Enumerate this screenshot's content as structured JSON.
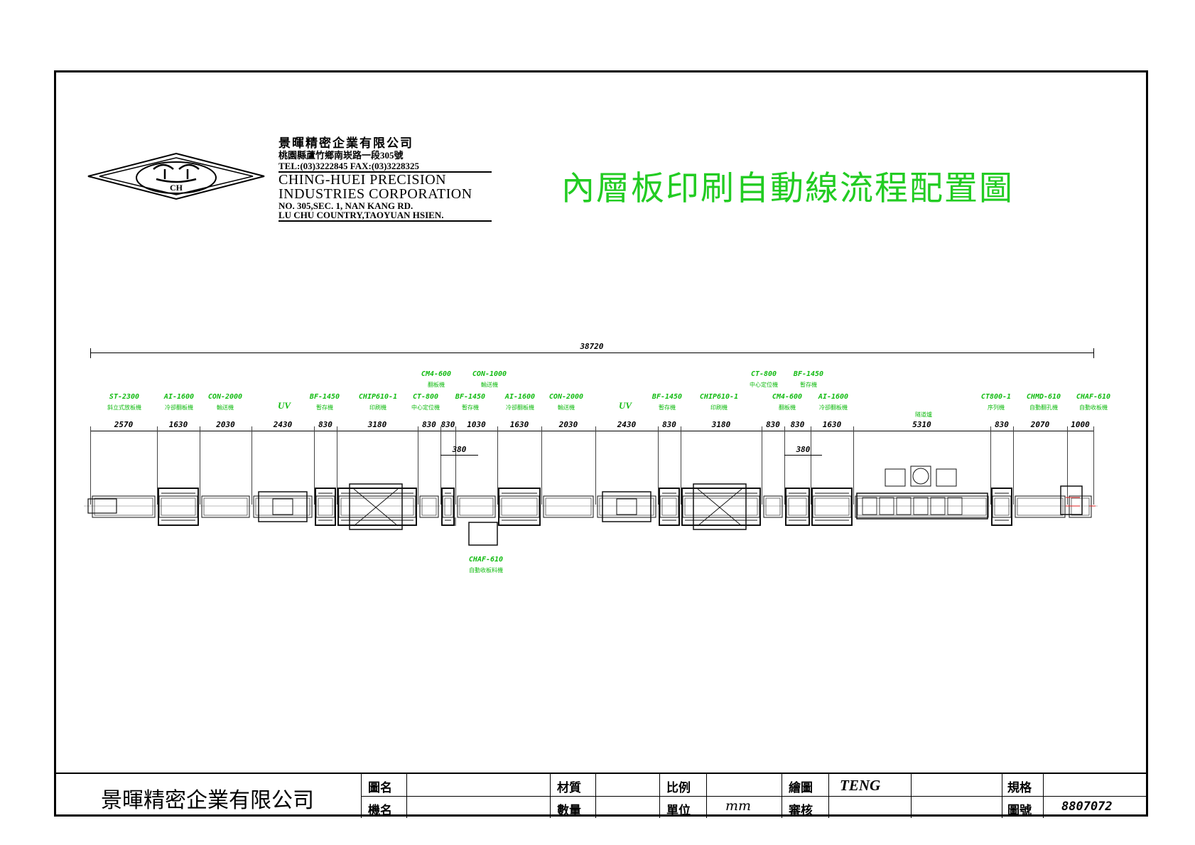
{
  "company": {
    "name_zh": "景暉精密企業有限公司",
    "address_zh": "桃園縣蘆竹鄉南崁路一段305號",
    "tel_fax": "TEL:(03)3222845 FAX:(03)3228325",
    "name_en_1": "CHING-HUEI PRECISION",
    "name_en_2": "INDUSTRIES CORPORATION",
    "address_en_1": "NO. 305,SEC. 1, NAN KANG RD.",
    "address_en_2": "LU CHU COUNTRY,TAOYUAN HSIEN.",
    "logo_text": "CH"
  },
  "title": "內層板印刷自動線流程配置圖",
  "total_length": "38720",
  "segments": [
    "2570",
    "1630",
    "2030",
    "2430",
    "830",
    "3180",
    "830",
    "830",
    "1030",
    "1630",
    "2030",
    "2430",
    "830",
    "3180",
    "830",
    "830",
    "1630",
    "5310",
    "830",
    "2070",
    "1000"
  ],
  "sub_dims": [
    "380",
    "380"
  ],
  "equipment": [
    {
      "code": "ST-2300",
      "name": "斜立式放板機"
    },
    {
      "code": "AI-1600",
      "name": "冷卻翻板機"
    },
    {
      "code": "CON-2000",
      "name": "輸送機"
    },
    {
      "code": "UV",
      "name": ""
    },
    {
      "code": "BF-1450",
      "name": "暫存機"
    },
    {
      "code": "CHIP610-1",
      "name": "印刷機"
    },
    {
      "code": "CT-800",
      "name": "中心定位機"
    },
    {
      "code": "BF-1450",
      "name": "暫存機"
    },
    {
      "code": "CM4-600",
      "name": "翻板機"
    },
    {
      "code": "CON-1000",
      "name": "輸送機"
    },
    {
      "code": "AI-1600",
      "name": "冷卻翻板機"
    },
    {
      "code": "CON-2000",
      "name": "輸送機"
    },
    {
      "code": "UV",
      "name": ""
    },
    {
      "code": "BF-1450",
      "name": "暫存機"
    },
    {
      "code": "CHIP610-1",
      "name": "印刷機"
    },
    {
      "code": "CT-800",
      "name": "中心定位機"
    },
    {
      "code": "BF-1450",
      "name": "暫存機"
    },
    {
      "code": "CM4-600",
      "name": "翻板機"
    },
    {
      "code": "AI-1600",
      "name": "冷卻翻板機"
    },
    {
      "code": "",
      "name": "隧道爐"
    },
    {
      "code": "CT800-1",
      "name": "序列機"
    },
    {
      "code": "CHMD-610",
      "name": "自動翻孔機"
    },
    {
      "code": "CHAF-610",
      "name": "自動收板機"
    },
    {
      "code": "CHAF-610",
      "name": "自動收板料機"
    }
  ],
  "title_block": {
    "company": "景暉精密企業有限公司",
    "drawing_name_label": "圖名",
    "machine_name_label": "機名",
    "material_label": "材質",
    "quantity_label": "數量",
    "scale_label": "比例",
    "unit_label": "單位",
    "unit_value": "mm",
    "drawn_label": "繪圖",
    "drawn_value": "TENG",
    "check_label": "審核",
    "spec_label": "規格",
    "number_label": "圖號",
    "number_value": "8807072"
  },
  "colors": {
    "title": "#22cc22",
    "equipment_label": "#11bb11",
    "line": "#000000",
    "accent_red": "#dd2222"
  }
}
